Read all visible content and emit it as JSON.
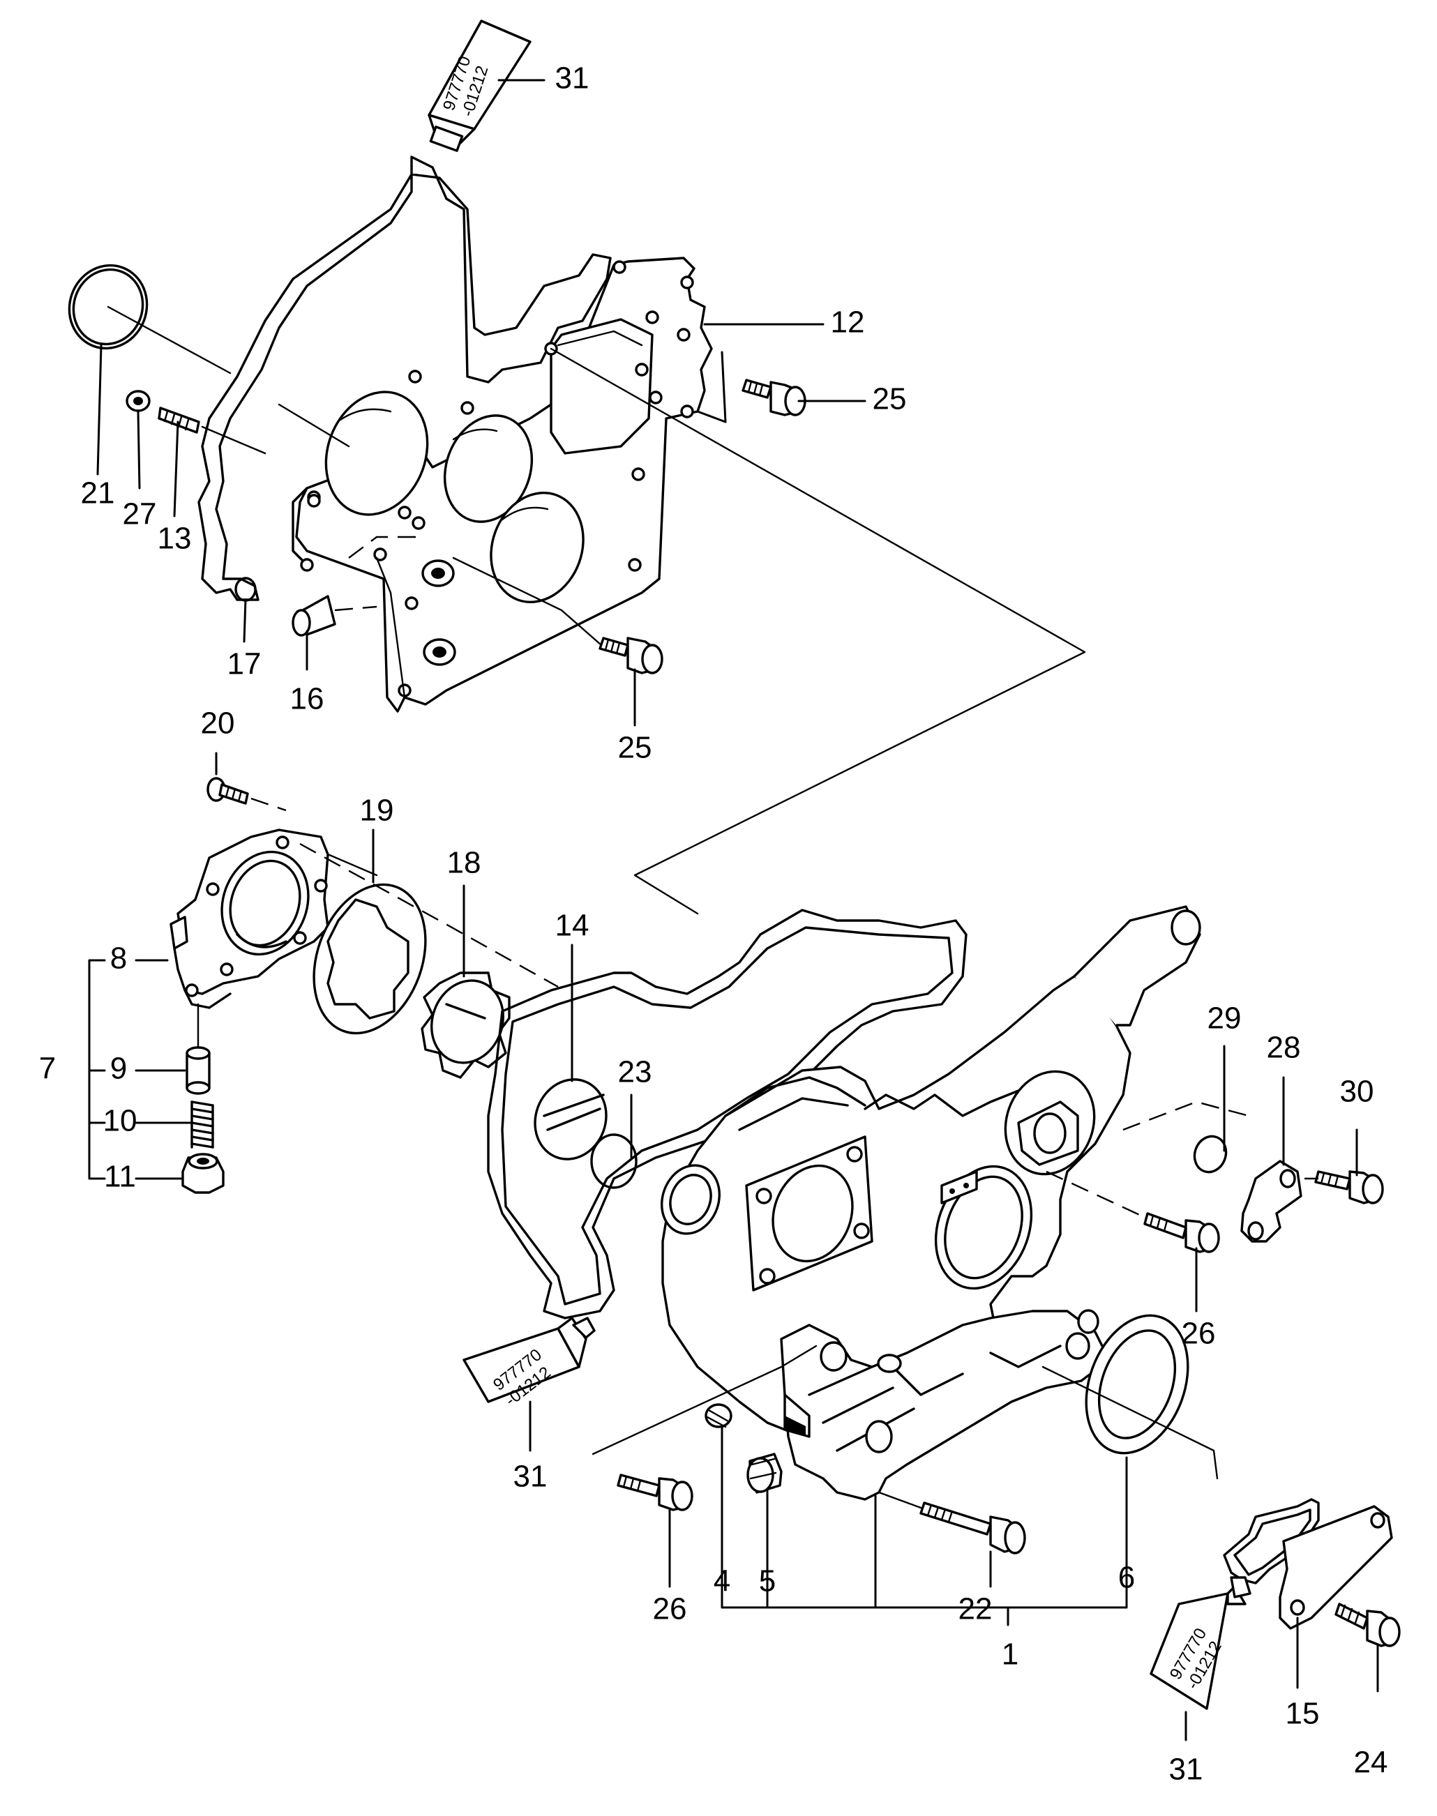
{
  "sealant_code": [
    "977770",
    "-01212"
  ],
  "callouts": {
    "p1": "1",
    "p4": "4",
    "p5": "5",
    "p6": "6",
    "p7": "7",
    "p8": "8",
    "p9": "9",
    "p10": "10",
    "p11": "11",
    "p12": "12",
    "p13": "13",
    "p14": "14",
    "p15": "15",
    "p16": "16",
    "p17": "17",
    "p18": "18",
    "p19": "19",
    "p20": "20",
    "p21": "21",
    "p22": "22",
    "p23": "23",
    "p24": "24",
    "p25a": "25",
    "p25b": "25",
    "p26a": "26",
    "p26b": "26",
    "p27": "27",
    "p28": "28",
    "p29": "29",
    "p30": "30",
    "p31a": "31",
    "p31b": "31",
    "p31c": "31"
  }
}
